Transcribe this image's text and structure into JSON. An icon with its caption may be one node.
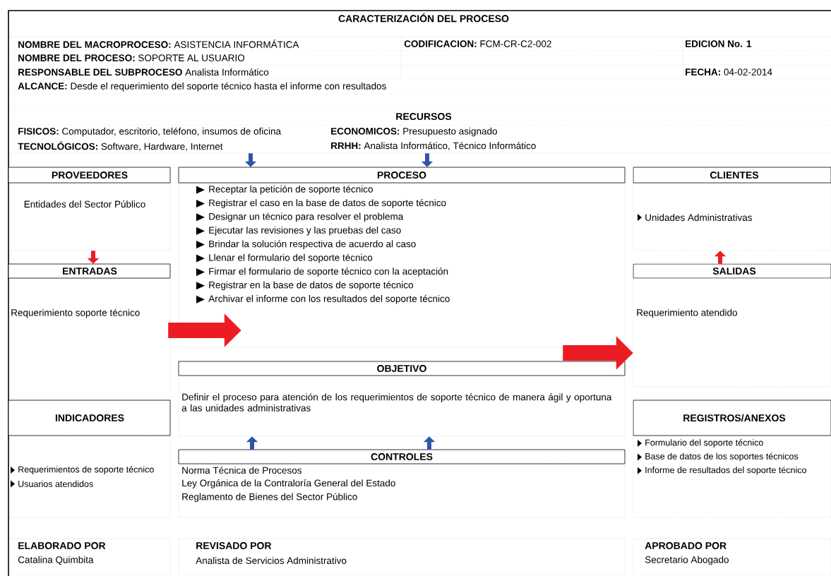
{
  "diagram": {
    "title": "CARACTERIZACIÓN DEL PROCESO",
    "nodes": [
      {
        "text": [
          "RECURSOS",
          "**FISICOS:** Computador, escritorio, teléfono, insumos de oficina",
          "**ECONOMICOS:** Presupuesto asignado",
          "**TECNOLÓGICOS:** Software, Hardware, Internet",
          "**RRHH:** Analista Informático, Técnico Informático"
        ]
      },
      {
        "text": [
          "PROVEEDORES",
          "Entidades del Sector Público"
        ]
      },
      {
        "text": [
          "PROCESO",
          "Receptar la petición de soporte técnico",
          "Registrar el caso en la base de datos de soporte técnico",
          "Designar un técnico para resolver el problema",
          "Ejecutar las revisiones y las pruebas del caso",
          "Brindar la solución respectiva de acuerdo al caso",
          "Llenar el formulario del soporte técnico",
          "Firmar el formulario de soporte técnico con la aceptación",
          "Registrar en la base de datos de soporte técnico",
          "Archivar el informe con los resultados del soporte técnico"
        ]
      },
      {
        "text": [
          "CLIENTES",
          "Unidades Administrativas"
        ]
      },
      {
        "text": [
          "ENTRADAS",
          "Requerimiento soporte técnico"
        ]
      },
      {
        "text": [
          "SALIDAS",
          "Requerimiento atendido"
        ]
      },
      {
        "text": [
          "OBJETIVO",
          "Definir el proceso para atención de los requerimientos de soporte técnico de manera ágil y oportuna a las unidades administrativas"
        ]
      },
      {
        "text": [
          "INDICADORES",
          "Requerimientos de soporte técnico",
          "Usuarios atendidos"
        ]
      },
      {
        "text": [
          "REGISTROS/ANEXOS",
          "Formulario del soporte técnico",
          "Base de datos de los soportes técnicos",
          "Informe de resultados del soporte técnico"
        ]
      },
      {
        "text": [
          "CONTROLES",
          "Norma Técnica de Procesos",
          "Ley Orgánica de la Contraloría General del Estado",
          "Reglamento de Bienes del Sector Público"
        ]
      },
      {
        "text": [
          "ELABORADO POR",
          "Catalina Quimbita"
        ]
      },
      {
        "text": [
          "REVISADO POR",
          "Analista de Servicios Administrativo"
        ]
      },
      {
        "text": [
          "APROBADO POR",
          "Secretario Abogado"
        ]
      }
    ],
    "edges": [
      {
        "from": 0,
        "to": 2,
        "arrow": "to",
        "color": "#2f55a5"
      },
      {
        "from": 0,
        "to": 2,
        "arrow": "to",
        "color": "#2f55a5"
      },
      {
        "from": 1,
        "to": 4,
        "arrow": "to",
        "color": "#ec1c24"
      },
      {
        "from": 4,
        "to": 2,
        "arrow": "to",
        "style": "thick",
        "color": "#ec1c24"
      },
      {
        "from": 2,
        "to": 5,
        "arrow": "to",
        "style": "thick",
        "color": "#ec1c24"
      },
      {
        "from": 5,
        "to": 3,
        "arrow": "to",
        "color": "#ec1c24"
      },
      {
        "from": 9,
        "to": 6,
        "arrow": "to",
        "color": "#2f55a5"
      },
      {
        "from": 9,
        "to": 6,
        "arrow": "to",
        "color": "#2f55a5"
      }
    ],
    "labels": [
      "**NOMBRE DEL MACROPROCESO:** ASISTENCIA INFORMÁTICA",
      "**CODIFICACION:** FCM-CR-C2-002",
      "EDICION No. 1",
      "**NOMBRE DEL PROCESO:** SOPORTE AL USUARIO",
      "**RESPONSABLE DEL SUBPROCESO** Analista Informático",
      "**FECHA:** 04-02-2014",
      "**ALCANCE:** Desde el requerimiento del soporte técnico hasta el informe con resultados"
    ]
  }
}
